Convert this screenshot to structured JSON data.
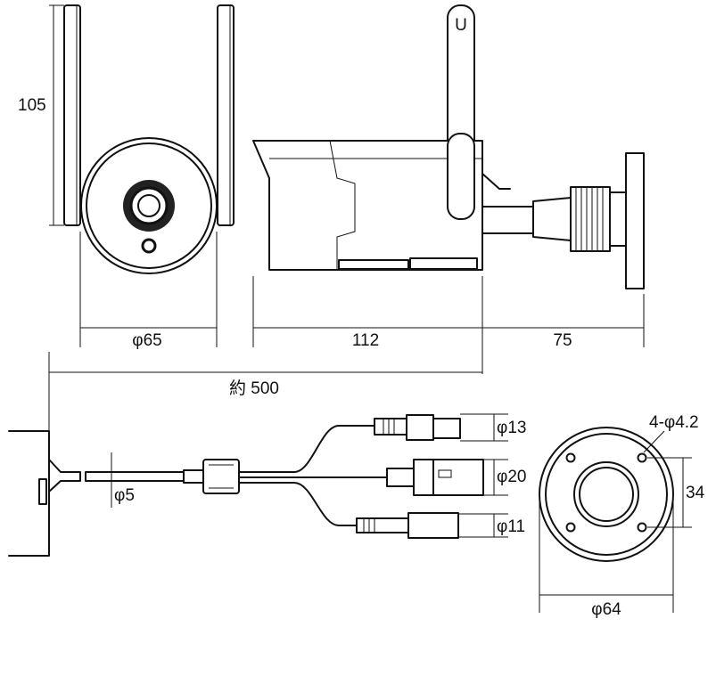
{
  "dimensions": {
    "front_height": "105",
    "front_diameter": "φ65",
    "body_length": "112",
    "bracket_length": "75",
    "cable_length": "約 500",
    "cable_diameter": "φ5",
    "dc_plug_diameter": "φ13",
    "lan_plug_diameter": "φ20",
    "audio_plug_diameter": "φ11",
    "mount_holes": "4-φ4.2",
    "mount_hole_spacing": "34",
    "mount_base_diameter": "φ64"
  }
}
